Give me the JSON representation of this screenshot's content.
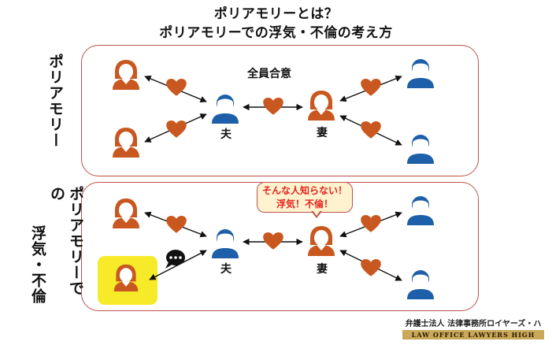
{
  "title_line1": "ポリアモリーとは？",
  "title_line2": "ポリアモリーでの浮気・不倫の考え方",
  "panel_top": {
    "side_label": "ポリアモリー",
    "consent_label": "全員合意",
    "husband_label": "夫",
    "wife_label": "妻"
  },
  "panel_bottom": {
    "side_label_line1": "ポリアモリーでの",
    "side_label_line2": "浮気・不倫",
    "husband_label": "夫",
    "wife_label": "妻",
    "callout_line1": "そんな人知らない！",
    "callout_line2": "浮気！不倫！"
  },
  "logo": {
    "text_top": "弁護士法人 法律事務所ロイヤーズ・ハイ",
    "text_bottom": "LAW OFFICE LAWYERS HIGH"
  },
  "colors": {
    "female": "#c8581f",
    "male": "#1d5fa8",
    "heart": "#c8581f",
    "frame": "#c0504d",
    "highlight": "#f7ea29",
    "callout_text": "#e4231d"
  },
  "icons": [
    "woman-icon",
    "man-icon",
    "heart-icon",
    "speech-bubble-icon"
  ]
}
